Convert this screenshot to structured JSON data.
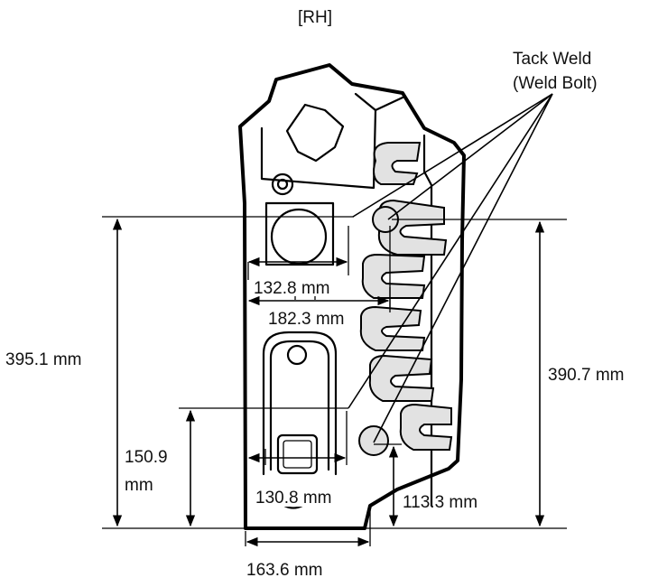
{
  "diagram": {
    "side_label": "[RH]",
    "callout": {
      "line1": "Tack Weld",
      "line2": "(Weld Bolt)"
    },
    "dimensions": {
      "overall_height_left": "395.1 mm",
      "overall_height_right": "390.7 mm",
      "lower_height_line1": "150.9",
      "lower_height_line2": "mm",
      "upper_hole_width": "132.8 mm",
      "upper_offset_width": "182.3 mm",
      "lower_hole_width": "130.8 mm",
      "lower_right_height": "113.3 mm",
      "bottom_width": "163.6 mm"
    }
  }
}
